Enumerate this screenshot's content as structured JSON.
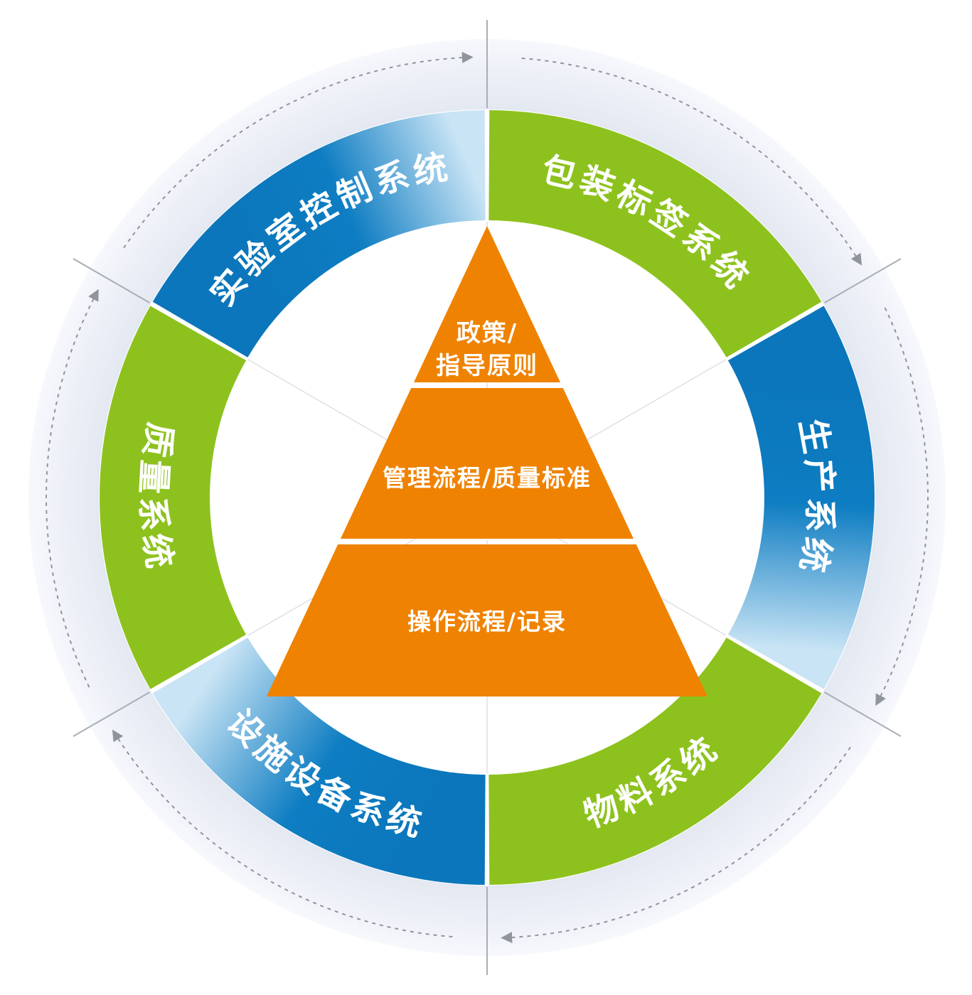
{
  "diagram": {
    "type": "circular-ring-with-pyramid",
    "flow_direction": "clockwise",
    "colors": {
      "green": "#8DC21E",
      "blue": "#0E7DC2",
      "blue_dark": "#0B76BB",
      "blue_light": "#C9E4F5",
      "orange": "#EF8200",
      "pale_ring": "#E4E8F1",
      "pale_ring_outer": "#F6F8FC",
      "guide_gray": "#8F959C",
      "radial_line_gray": "#A8AEB5",
      "inner_line_gray": "#DCE0E6",
      "label_text": "#FFFFFF"
    },
    "ring_segments": [
      {
        "key": "packaging-labeling",
        "label": "包装标签系统",
        "color": "green",
        "start": 0,
        "end": 60,
        "text_dir": "cw"
      },
      {
        "key": "production",
        "label": "生产系统",
        "color": "blue",
        "start": 60,
        "end": 120,
        "text_dir": "cw",
        "shade_from": 70,
        "shade_to": 117
      },
      {
        "key": "materials",
        "label": "物料系统",
        "color": "green",
        "start": 120,
        "end": 180,
        "text_dir": "ccw"
      },
      {
        "key": "facilities-equipment",
        "label": "设施设备系统",
        "color": "blue",
        "start": 180,
        "end": 240,
        "text_dir": "ccw",
        "shade_from": 190,
        "shade_to": 237
      },
      {
        "key": "quality",
        "label": "质量系统",
        "color": "green",
        "start": 240,
        "end": 300,
        "text_dir": "ccw"
      },
      {
        "key": "lab-control",
        "label": "实验室控制系统",
        "color": "blue",
        "start": 300,
        "end": 360,
        "text_dir": "cw",
        "shade_from": 315,
        "shade_to": 357
      }
    ],
    "pyramid_levels": [
      {
        "key": "policy-principles",
        "label": "政策/指导原则",
        "lines": [
          "政策/",
          "指导原则"
        ]
      },
      {
        "key": "management-quality",
        "label": "管理流程/质量标准",
        "lines": [
          "管理流程/质量标准"
        ]
      },
      {
        "key": "operation-records",
        "label": "操作流程/记录",
        "lines": [
          "操作流程/记录"
        ]
      }
    ]
  }
}
